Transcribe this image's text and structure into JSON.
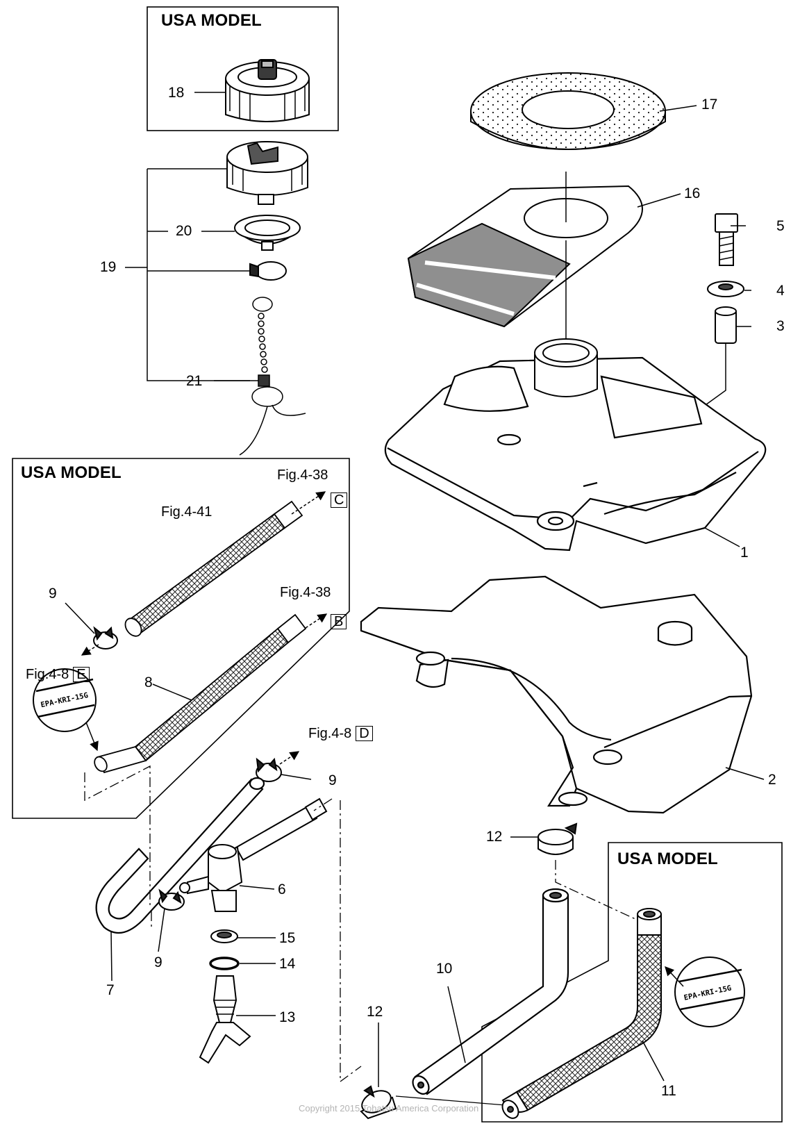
{
  "panels": {
    "usa_model_label": "USA MODEL"
  },
  "callouts": {
    "p1": "1",
    "p2": "2",
    "p3": "3",
    "p4": "4",
    "p5": "5",
    "p6": "6",
    "p7": "7",
    "p8": "8",
    "p9a": "9",
    "p9b": "9",
    "p9c": "9",
    "p10": "10",
    "p11": "11",
    "p12a": "12",
    "p12b": "12",
    "p13": "13",
    "p14": "14",
    "p15": "15",
    "p16": "16",
    "p17": "17",
    "p18": "18",
    "p19": "19",
    "p20": "20",
    "p21": "21"
  },
  "figure_refs": {
    "fig438_c": {
      "text": "Fig.4-38",
      "box": "C"
    },
    "fig441": {
      "text": "Fig.4-41"
    },
    "fig438_b": {
      "text": "Fig.4-38",
      "box": "B"
    },
    "fig48_e": {
      "text": "Fig.4-8",
      "box": "E"
    },
    "fig48_d": {
      "text": "Fig.4-8",
      "box": "D"
    }
  },
  "stamps": {
    "hose_marking": "EPA-KRI-15G"
  },
  "footer": {
    "copyright": "Copyright 2015 Tohatsu America Corporation"
  }
}
